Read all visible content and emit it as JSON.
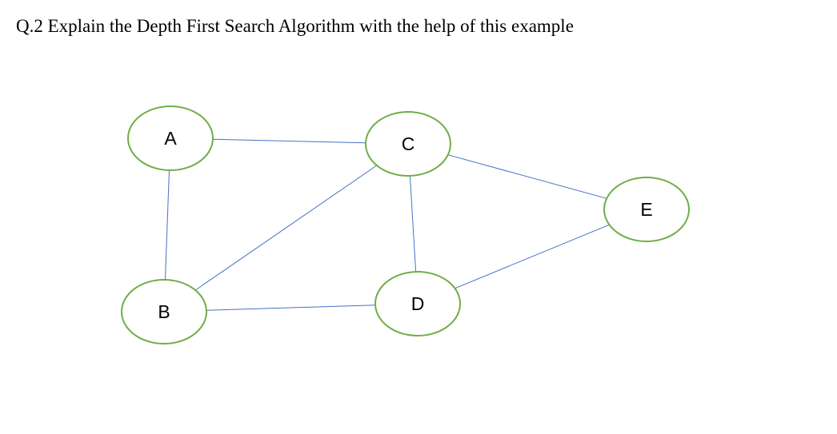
{
  "question": {
    "text": "Q.2 Explain the Depth First Search Algorithm with the help of this example"
  },
  "graph": {
    "node_stroke": "#70AD47",
    "edge_stroke": "#4472C4",
    "nodes": [
      {
        "id": "A",
        "label": "A"
      },
      {
        "id": "B",
        "label": "B"
      },
      {
        "id": "C",
        "label": "C"
      },
      {
        "id": "D",
        "label": "D"
      },
      {
        "id": "E",
        "label": "E"
      }
    ],
    "edges": [
      {
        "from": "A",
        "to": "C"
      },
      {
        "from": "A",
        "to": "B"
      },
      {
        "from": "B",
        "to": "C"
      },
      {
        "from": "C",
        "to": "D"
      },
      {
        "from": "C",
        "to": "E"
      },
      {
        "from": "B",
        "to": "D"
      },
      {
        "from": "D",
        "to": "E"
      }
    ]
  }
}
